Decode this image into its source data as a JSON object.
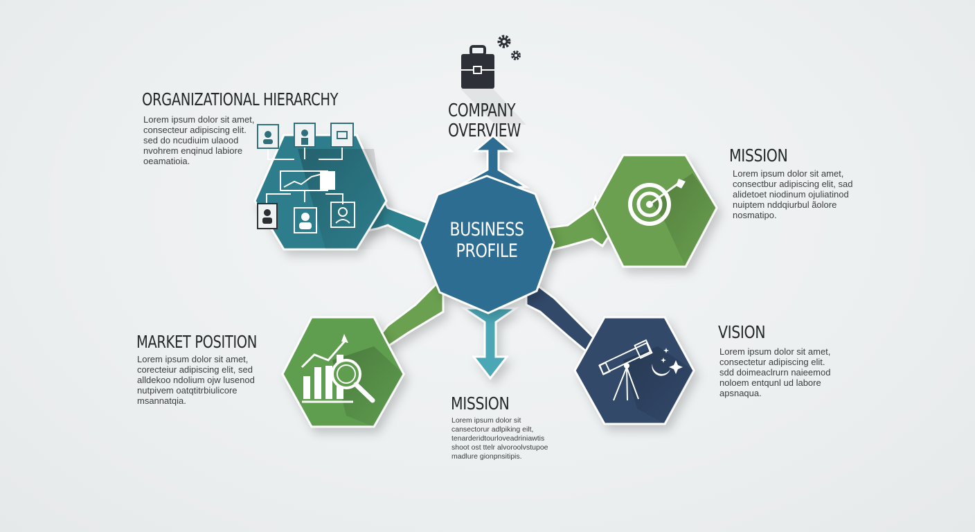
{
  "diagram": {
    "center": {
      "line1": "BUSINESS",
      "line2": "PROFILE",
      "color": "#2f6d92"
    },
    "nodes": [
      {
        "id": "company-overview",
        "title_line1": "COMPANY",
        "title_line2": "OVERVIEW",
        "icon": "briefcase-gears-icon",
        "color": "#2f6d92"
      },
      {
        "id": "organizational-hierarchy",
        "title": "ORGANIZATIONAL HIERARCHY",
        "body": "Lorem ipsum dolor sit amet,\nconsecteur adipiscing elit.\nsed do ncudiuim ulaood\nnvohrem enqinud labiore\noeamatioia.",
        "icon": "org-chart-icon",
        "color": "#2e7d8c"
      },
      {
        "id": "mission-right",
        "title": "MISSION",
        "body": "Lorem ipsum dolor sit amet,\nconsectbur adipiscing elit, sad\nalidetoet niodinum ojuliatinod\nnuiptem nddqiurbul ãolore\nnosmatipo.",
        "icon": "target-arrow-icon",
        "color": "#6aa04f"
      },
      {
        "id": "market-position",
        "title": "MARKET POSITION",
        "body": "Lorem ipsum dolor sit amet,\ncorecteiur adipiscing elit, sed\nalldekoo ndolium ojw lusenod\nnutpivem oatqtitrbiulicore\nmsannatqia.",
        "icon": "growth-chart-magnifier-icon",
        "color": "#5f9d4f"
      },
      {
        "id": "mission-bottom",
        "title": "MISSION",
        "body": "Lorem ipsum dolor sit\ncansectorur adlpiking eilt,\ntenarderidtourloveadriniawtis\nshoot ost ttelr alvoroolvstupoe\nmadlure gionpnsitipis.",
        "icon": "down-arrow-icon",
        "color": "#4ca7b6"
      },
      {
        "id": "vision",
        "title": "VISION",
        "body": "Lorem ipsum dolor sit amet,\nconsectetur adipiscing elit.\nsdd doimeaclrurn naieemod\nnoloem entqunl ud labore\napsnaqua.",
        "icon": "telescope-moon-icon",
        "color": "#334a6b"
      }
    ]
  }
}
